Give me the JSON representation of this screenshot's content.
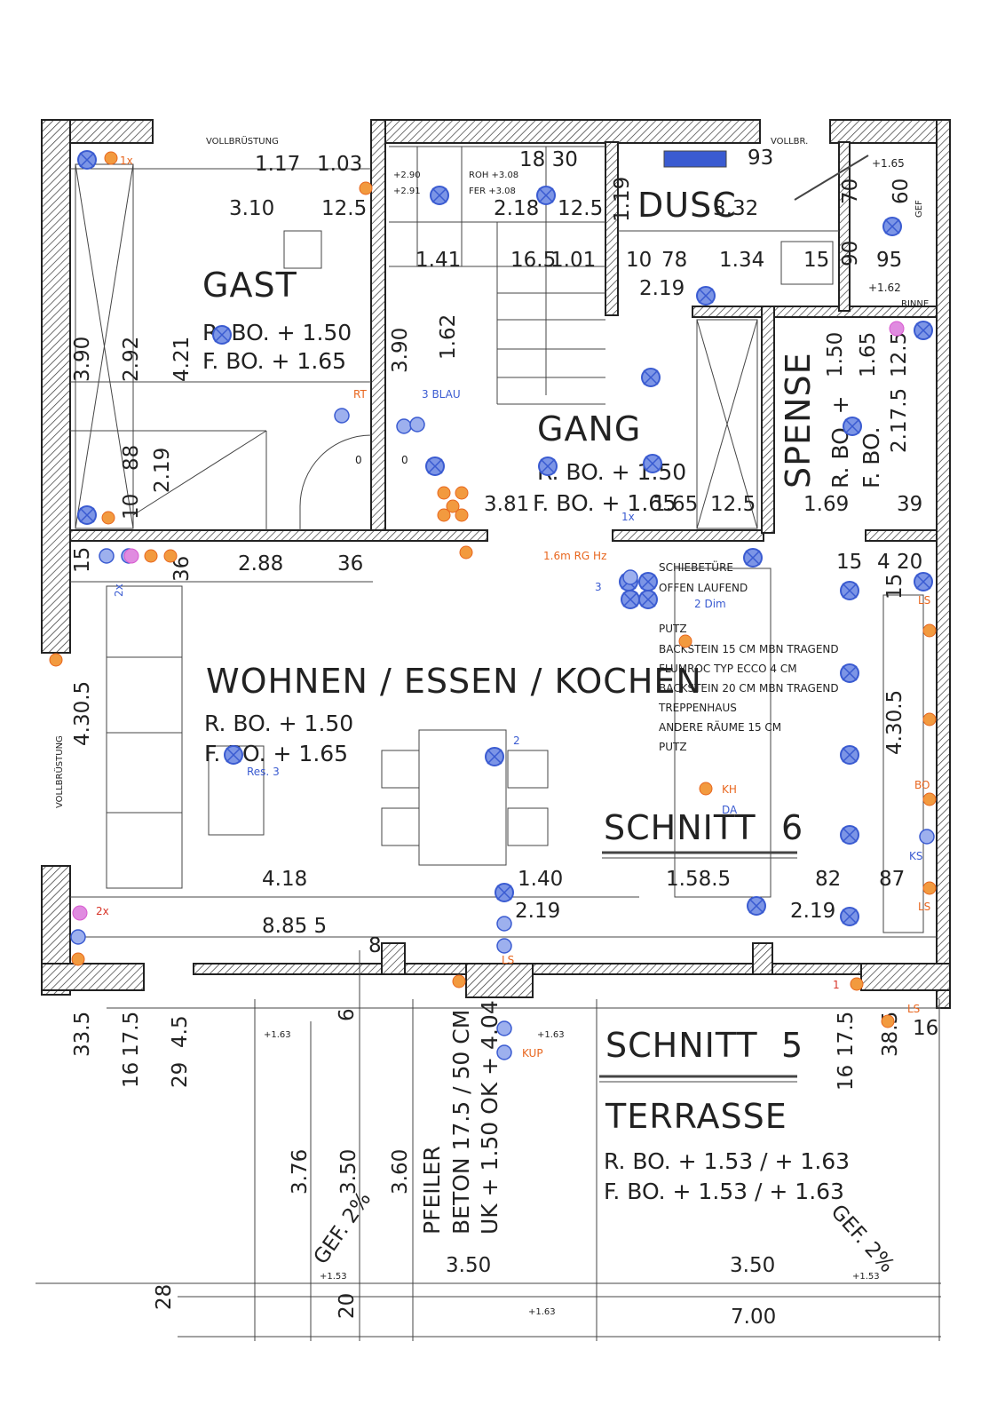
{
  "rooms": {
    "gast": {
      "name": "GAST",
      "rbo": "R. BO.  +  1.50",
      "fbo": "F. BO.  +  1.65"
    },
    "gang": {
      "name": "GANG",
      "rbo": "R. BO.  +  1.50",
      "fbo": "F. BO.  +  1.65"
    },
    "dusche": {
      "name": "DUSC"
    },
    "spense": {
      "name": "SPENSE",
      "rbo": "R. BO.  +",
      "fbo": "F. BO."
    },
    "wohnen": {
      "name": "WOHNEN  /  ESSEN  /  KOCHEN",
      "rbo": "R. BO.  +  1.50",
      "fbo": "F. BO.  +  1.65"
    },
    "terrasse": {
      "name": "TERRASSE",
      "rbo": "R. BO.  +  1.53  /  + 1.63",
      "fbo": "F. BO.  +  1.53  /  + 1.63"
    }
  },
  "sections": {
    "schnitt6": "SCHNITT",
    "schnitt6_num": "6",
    "schnitt5": "SCHNITT",
    "schnitt5_num": "5"
  },
  "vertical_labels": {
    "vollbruestung": "VOLLBRÜSTUNG",
    "pfeiler1": "PFEILER",
    "pfeiler2": "BETON 17.5 / 50 CM",
    "pfeiler3": "UK + 1.50  OK + 4.04"
  },
  "wall_legend": [
    "SCHIEBETÜRE",
    "OFFEN LAUFEND",
    "PUTZ",
    "BACKSTEIN 15 CM MBN TRAGEND",
    "FLUMROC TYP ECCO 4 CM",
    "BACKSTEIN 20 CM MBN TRAGEND",
    "TREPPENHAUS",
    "ANDERE RÄUME  15 CM",
    "PUTZ"
  ],
  "dimensions": {
    "d_117": "1.17",
    "d_103": "1.03",
    "d_310": "3.10",
    "d_125a": "12.5",
    "d_1830": "18  30",
    "d_218": "2.18",
    "d_125b": "12.5",
    "d_119": "1.19",
    "d_332": "3.32",
    "d_93": "93",
    "d_165s": "+1.65",
    "d_70": "70",
    "d_60": "60",
    "d_141": "1.41",
    "d_16": "16.5",
    "d_101": "1.01",
    "d_10": "10",
    "d_78": "78",
    "d_134": "1.34",
    "d_15a": "15",
    "d_90": "90",
    "d_95": "95",
    "d_219a": "2.19",
    "d_162s": "+1.62",
    "d_rinne": "RINNE",
    "d_390": "3.90",
    "d_292": "2.92",
    "d_421": "4.21",
    "d_390b": "3.90",
    "d_162": "1.62",
    "d_150": "1.50",
    "d_165": "1.65",
    "d_125c": "12.5",
    "d_2175": "2.17.5",
    "d_88": "88",
    "d_219b": "2.19",
    "d_10b": "10",
    "d_381": "3.81",
    "d_165b": "1.65",
    "d_125d": "12.5",
    "d_169": "1.69",
    "d_39": "39",
    "d_15b": "15",
    "d_288": "2.88",
    "d_36": "36",
    "d_36b": "36",
    "d_15c": "15",
    "d_420": "4  20",
    "d_15d": "15",
    "d_430a": "4.30.5",
    "d_430b": "4.30.5",
    "d_418": "4.18",
    "d_140": "1.40",
    "d_1585": "1.58.5",
    "d_82": "82",
    "d_87": "87",
    "d_8855": "8.85  5",
    "d_219c": "2.19",
    "d_219d": "2.19",
    "d_335": "33.5",
    "d_175a": "17.5",
    "d_45": "4.5",
    "d_16a": "16",
    "d_29": "29",
    "d_163s1": "+1.63",
    "d_6": "6",
    "d_163s2": "+1.63",
    "d_175b": "17.5",
    "d_385": "38.5",
    "d_16b": "16",
    "d_16c": "16",
    "d_376": "3.76",
    "d_350a": "3.50",
    "d_360": "3.60",
    "d_gef1": "GEF. 2%",
    "d_gef2": "GEF. 2%",
    "d_153s1": "+1.53",
    "d_153s2": "+1.53",
    "d_350b": "3.50",
    "d_350c": "3.50",
    "d_28": "28",
    "d_20": "20",
    "d_163s3": "+1.63",
    "d_700": "7.00",
    "d_8": "8",
    "d_roh": "ROH  +3.08",
    "d_fer": "FER  +3.08",
    "d_290": "+2.90",
    "d_291": "+2.91",
    "d_0a": "0",
    "d_0b": "0",
    "d_vollbr2": "VOLLBRÜSTUNG",
    "d_vollbr3": "VOLLBR."
  },
  "annotations": {
    "a_1x": "1x",
    "a_2x": "2x",
    "a_2xb": "2x",
    "a_rt": "RT",
    "a_blau": "3 BLAU",
    "a_2dim": "2 Dim",
    "a_ls1": "LS",
    "a_ls2": "LS",
    "a_ls3": "LS",
    "a_ls4": "LS",
    "a_kh": "KH",
    "a_da": "DA",
    "a_ks": "KS",
    "a_bo": "BO",
    "a_res": "Res. 3",
    "a_rg": "1.6m RG Hz",
    "a_kup": "KUP",
    "a_2": "2",
    "a_3": "3",
    "a_1": "1",
    "a_gef": "GEF",
    "a_1x2": "1x"
  },
  "colors": {
    "ink": "#222222",
    "blue": "#3a5bd1",
    "orange": "#e8661e",
    "pink": "#d85ad0",
    "red": "#d8362a"
  }
}
